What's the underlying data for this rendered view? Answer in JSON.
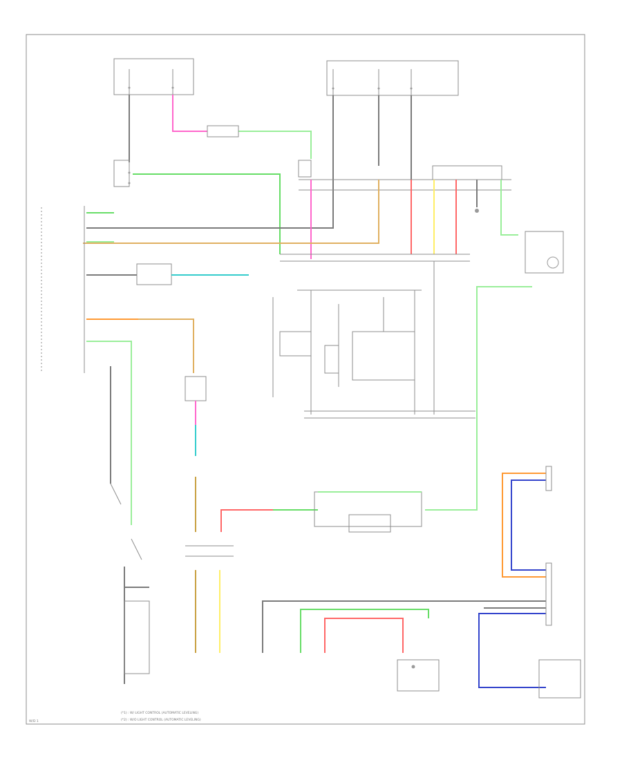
{
  "diagram": {
    "title": "",
    "colors": {
      "gray": "#7a7a7a",
      "pink": "#ff66cc",
      "green": "#66dd66",
      "light_green": "#99ee99",
      "cyan": "#33cccc",
      "orange": "#ff9933",
      "tan": "#e0b060",
      "yellow": "#ffee66",
      "red": "#ff6666",
      "blue": "#3344cc",
      "gold": "#c8a040"
    },
    "footer_notes": [
      "(*1) : W/ LIGHT CONTROL (AUTOMATIC LEVELING)",
      "(*2) : W/O LIGHT CONTROL (AUTOMATIC LEVELING)"
    ],
    "page_mark": "W/D 1"
  }
}
